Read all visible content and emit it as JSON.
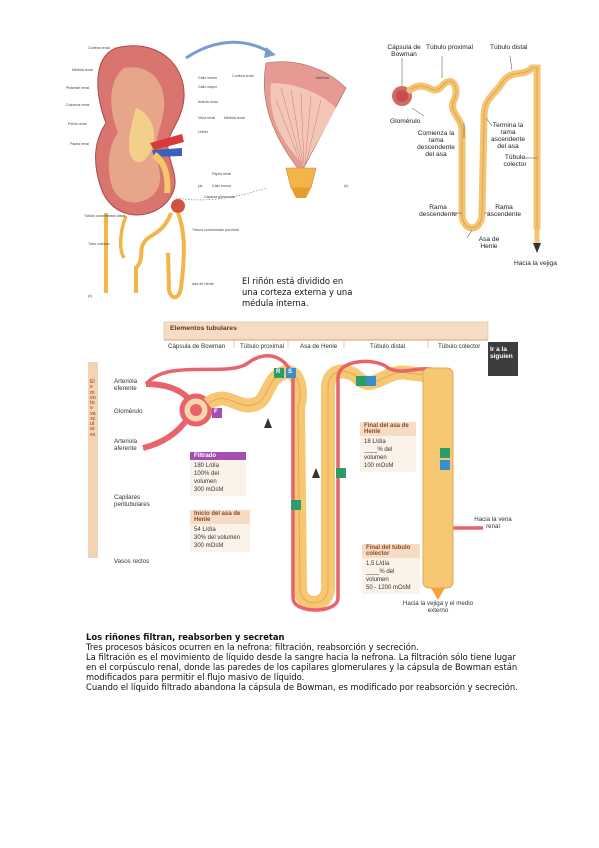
{
  "fig_top_left": {
    "labels": {
      "corteza_renal": "Corteza renal",
      "medula_renal": "Médula renal",
      "piramide_renal": "Pirámide renal",
      "columna_renal": "Columna renal",
      "pelvis_renal": "Pelvis renal",
      "papila_renal": "Papila renal",
      "caliz_menor": "Cáliz menor",
      "caliz_mayor": "Cáliz mayor",
      "arteria_renal": "Arteria renal",
      "vena_renal": "Vena renal",
      "ureter": "Uréter",
      "corteza_renal_b": "Corteza renal",
      "medula_renal_b": "Médula renal",
      "nefrona": "Nefrona",
      "papila_renal_b": "Papila renal",
      "caliz_menor_b": "Cáliz menor",
      "capsula_glomerular": "Cápsula glomerular",
      "tubulo_contorneado_distal": "Túbulo contorneado distal",
      "tubulo_contorneado_proximal": "Túbulo contorneado proximal",
      "tubo_colector": "Tubo colector",
      "asa_henle": "Asa de Henle",
      "panel_a": "(a)",
      "panel_b": "(b)",
      "panel_c": "(c)"
    },
    "caption": "El riñón está dividido en una corteza externa y una médula interna."
  },
  "fig_top_right": {
    "labels": {
      "capsula_bowman": "Cápsula de Bowman",
      "tubulo_proximal": "Túbulo proximal",
      "tubulo_distal": "Túbulo distal",
      "glomerulo": "Glomérulo",
      "comienza_rama": "Comienza la rama descendente del asa",
      "termina_rama": "Termina la rama ascendente del asa",
      "tubulo_colector": "Túbulo colector",
      "rama_descendente": "Rama descendente",
      "rama_ascendente": "Rama ascendente",
      "asa_henle": "Asa de Henle",
      "hacia_vejiga": "Hacia la vejiga"
    }
  },
  "fig_middle": {
    "header": "Elementos tubulares",
    "columns": [
      "Cápsula de Bowman",
      "Túbulo proximal",
      "Asa de Henle",
      "Túbulo distal",
      "Túbulo colector"
    ],
    "side_title": "Elementos vasculares",
    "side_labels": {
      "arteriola_eferente": "Arteriola eferente",
      "glomerulo": "Glomérulo",
      "arteriola_aferente": "Arteriola aferente",
      "capilares": "Capilares peritubulares",
      "vasos_rectos": "Vasos rectos"
    },
    "nav_button": "Ir a la siguien",
    "boxes": {
      "filtrado": {
        "title": "Filtrado",
        "lines": [
          "180 L/día",
          "100% del volumen",
          "300 mOsM"
        ]
      },
      "inicio_asa": {
        "title": "Inicio del asa de Henle",
        "lines": [
          "54 L/día",
          "30% del volumen",
          "300 mOsM"
        ]
      },
      "final_asa": {
        "title": "Final del asa de Henle",
        "lines": [
          "18 L/día",
          "____% del volumen",
          "100 mOsM"
        ]
      },
      "final_tubulo": {
        "title": "Final del túbulo colector",
        "lines": [
          "1,5 L/día",
          "____% del volumen",
          "50 - 1200 mOsM"
        ]
      }
    },
    "markers": {
      "f": "F",
      "r": "R",
      "s": "S"
    },
    "right_labels": {
      "vena_renal": "Hacia la vena renal",
      "vejiga": "Hacia la vejiga y el medio externo"
    },
    "colors": {
      "tubule": "#f7c873",
      "vessel": "#e8646a",
      "green": "#2a9d6a",
      "blue": "#3a8fc8",
      "purple": "#a24fb0",
      "header_bg": "#f6dcc4"
    }
  },
  "text": {
    "title": "Los riñones filtran, reabsorben y secretan",
    "line1": "Tres procesos básicos ocurren en la nefrona: filtración, reabsorción y secreción.",
    "line2": "La filtración es el movimiento de líquido desde la sangre hacia la nefrona. La filtración sólo tiene lugar en el corpúsculo renal, donde las paredes de los capilares glomerulares y la cápsula de Bowman están modificados para permitir el flujo masivo de líquido.",
    "line3": "Cuando el líquido filtrado abandona la cápsula de Bowman, es modificado por reabsorción y secreción."
  }
}
